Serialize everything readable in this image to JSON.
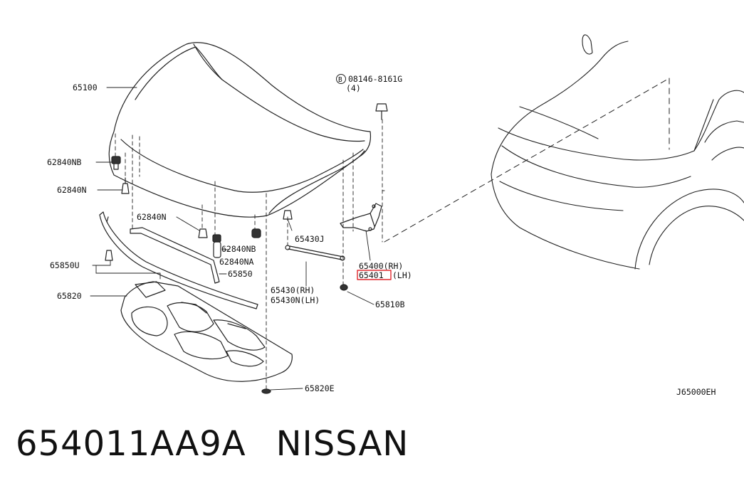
{
  "labels": {
    "p65100": "65100",
    "p62840NB_a": "62840NB",
    "p62840N_a": "62840N",
    "p62840N_b": "62840N",
    "p62840NB_b": "62840NB",
    "p62840NA": "62840NA",
    "p65850": "65850",
    "p65850U": "65850U",
    "p65820": "65820",
    "p65820E": "65820E",
    "p65430J": "65430J",
    "p65430RH": "65430(RH)",
    "p65430NLH": "65430N(LH)",
    "p65400RH": "65400(RH)",
    "p65401": "65401",
    "p65401LH": "(LH)",
    "p65810B": "65810B",
    "pBolt": "08146-8161G",
    "pBoltQty": "(4)",
    "pBoltB": "B",
    "ref": "J65000EH"
  },
  "caption": {
    "part_number": "654011AA9A",
    "brand": "NISSAN"
  },
  "colors": {
    "line": "#222222",
    "highlight": "#e0282e"
  }
}
